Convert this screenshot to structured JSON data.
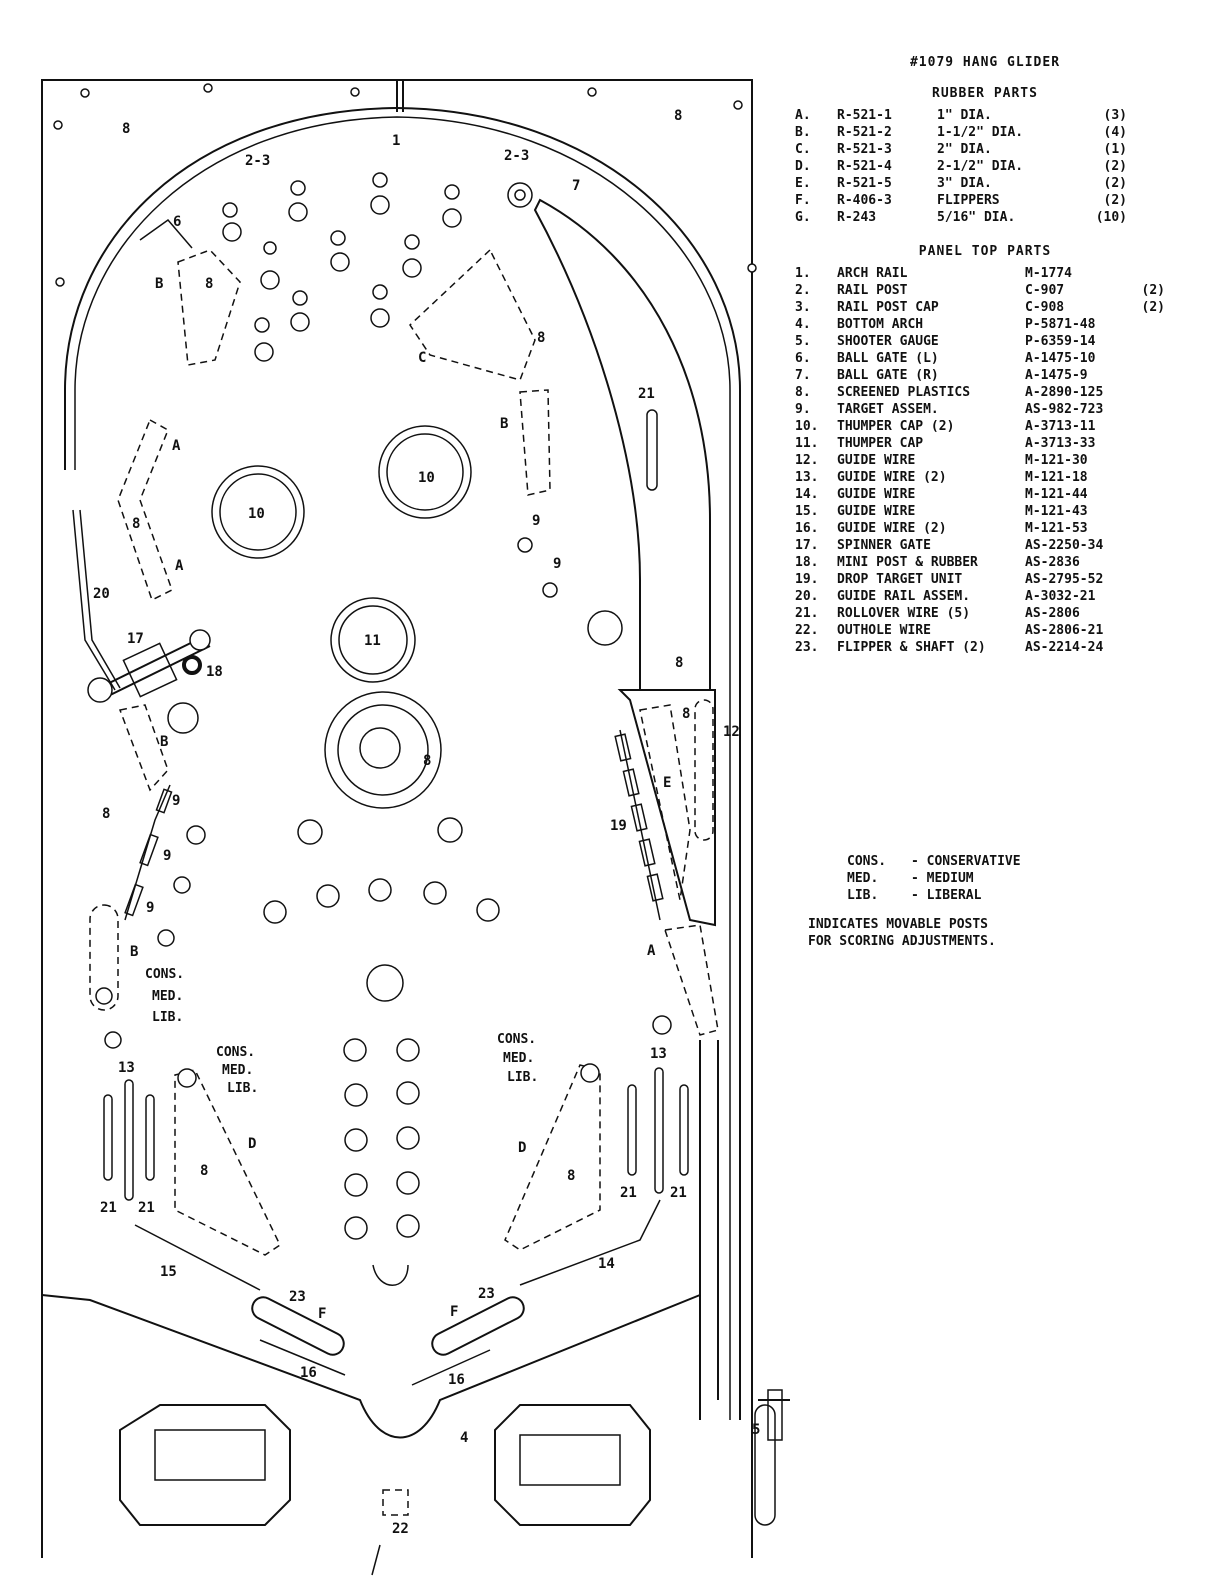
{
  "title": "#1079 HANG GLIDER",
  "rubber_parts": {
    "heading": "RUBBER PARTS",
    "items": [
      {
        "key": "A.",
        "part": "R-521-1",
        "desc": "1\" DIA.",
        "qty": "(3)"
      },
      {
        "key": "B.",
        "part": "R-521-2",
        "desc": "1-1/2\" DIA.",
        "qty": "(4)"
      },
      {
        "key": "C.",
        "part": "R-521-3",
        "desc": "2\" DIA.",
        "qty": "(1)"
      },
      {
        "key": "D.",
        "part": "R-521-4",
        "desc": "2-1/2\" DIA.",
        "qty": "(2)"
      },
      {
        "key": "E.",
        "part": "R-521-5",
        "desc": "3\" DIA.",
        "qty": "(2)"
      },
      {
        "key": "F.",
        "part": "R-406-3",
        "desc": "FLIPPERS",
        "qty": "(2)"
      },
      {
        "key": "G.",
        "part": "R-243",
        "desc": "5/16\" DIA.",
        "qty": "(10)"
      }
    ]
  },
  "panel_top_parts": {
    "heading": "PANEL TOP PARTS",
    "items": [
      {
        "num": "1.",
        "name": "ARCH RAIL",
        "part": "M-1774",
        "qty": ""
      },
      {
        "num": "2.",
        "name": "RAIL POST",
        "part": "C-907",
        "qty": "(2)"
      },
      {
        "num": "3.",
        "name": "RAIL POST CAP",
        "part": "C-908",
        "qty": "(2)"
      },
      {
        "num": "4.",
        "name": "BOTTOM ARCH",
        "part": "P-5871-48",
        "qty": ""
      },
      {
        "num": "5.",
        "name": "SHOOTER GAUGE",
        "part": "P-6359-14",
        "qty": ""
      },
      {
        "num": "6.",
        "name": "BALL GATE (L)",
        "part": "A-1475-10",
        "qty": ""
      },
      {
        "num": "7.",
        "name": "BALL GATE (R)",
        "part": "A-1475-9",
        "qty": ""
      },
      {
        "num": "8.",
        "name": "SCREENED PLASTICS",
        "part": "A-2890-125",
        "qty": ""
      },
      {
        "num": "9.",
        "name": "TARGET ASSEM.",
        "part": "AS-982-723",
        "qty": ""
      },
      {
        "num": "10.",
        "name": "THUMPER CAP (2)",
        "part": "A-3713-11",
        "qty": ""
      },
      {
        "num": "11.",
        "name": "THUMPER CAP",
        "part": "A-3713-33",
        "qty": ""
      },
      {
        "num": "12.",
        "name": "GUIDE WIRE",
        "part": "M-121-30",
        "qty": ""
      },
      {
        "num": "13.",
        "name": "GUIDE WIRE (2)",
        "part": "M-121-18",
        "qty": ""
      },
      {
        "num": "14.",
        "name": "GUIDE WIRE",
        "part": "M-121-44",
        "qty": ""
      },
      {
        "num": "15.",
        "name": "GUIDE WIRE",
        "part": "M-121-43",
        "qty": ""
      },
      {
        "num": "16.",
        "name": "GUIDE WIRE (2)",
        "part": "M-121-53",
        "qty": ""
      },
      {
        "num": "17.",
        "name": "SPINNER GATE",
        "part": "AS-2250-34",
        "qty": ""
      },
      {
        "num": "18.",
        "name": "MINI POST & RUBBER",
        "part": "AS-2836",
        "qty": ""
      },
      {
        "num": "19.",
        "name": "DROP TARGET UNIT",
        "part": "AS-2795-52",
        "qty": ""
      },
      {
        "num": "20.",
        "name": "GUIDE RAIL ASSEM.",
        "part": "A-3032-21",
        "qty": ""
      },
      {
        "num": "21.",
        "name": "ROLLOVER WIRE (5)",
        "part": "AS-2806",
        "qty": ""
      },
      {
        "num": "22.",
        "name": "OUTHOLE WIRE",
        "part": "AS-2806-21",
        "qty": ""
      },
      {
        "num": "23.",
        "name": "FLIPPER & SHAFT (2)",
        "part": "AS-2214-24",
        "qty": ""
      }
    ]
  },
  "abbreviations": [
    {
      "abbr": "CONS.",
      "meaning": "- CONSERVATIVE"
    },
    {
      "abbr": "MED.",
      "meaning": "- MEDIUM"
    },
    {
      "abbr": "LIB.",
      "meaning": "- LIBERAL"
    }
  ],
  "note": [
    "INDICATES MOVABLE POSTS",
    "FOR SCORING ADJUSTMENTS."
  ],
  "diagram_labels": {
    "l1": "1",
    "l2_3": "2-3",
    "l4": "4",
    "l5": "5",
    "l6": "6",
    "l7": "7",
    "l8": "8",
    "l9": "9",
    "l10": "10",
    "l11": "11",
    "l12": "12",
    "l13": "13",
    "l14": "14",
    "l15": "15",
    "l16": "16",
    "l17": "17",
    "l18": "18",
    "l19": "19",
    "l20": "20",
    "l21": "21",
    "l22": "22",
    "l23": "23",
    "A": "A",
    "B": "B",
    "C": "C",
    "D": "D",
    "E": "E",
    "F": "F",
    "cons": "CONS.",
    "med": "MED.",
    "lib": "LIB."
  }
}
